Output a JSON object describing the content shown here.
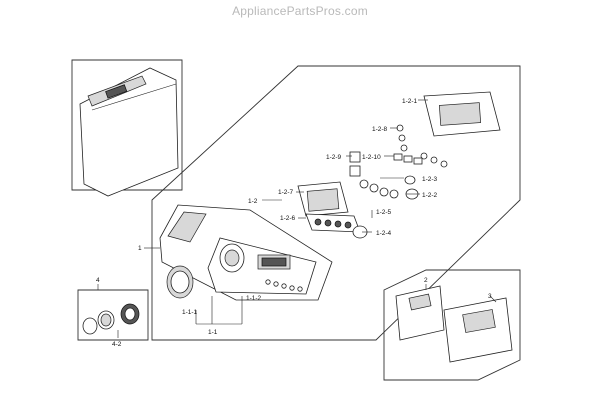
{
  "watermark": "AppliancePartsPros.com",
  "callouts": {
    "c_1": "1",
    "c_1_1": "1-1",
    "c_1_1_1": "1-1-1",
    "c_1_1_2": "1-1-2",
    "c_1_2": "1-2",
    "c_1_2_1": "1-2-1",
    "c_1_2_2": "1-2-2",
    "c_1_2_3": "1-2-3",
    "c_1_2_4": "1-2-4",
    "c_1_2_5": "1-2-5",
    "c_1_2_6": "1-2-6",
    "c_1_2_7": "1-2-7",
    "c_1_2_8": "1-2-8",
    "c_1_2_9": "1-2-9",
    "c_1_2_10": "1-2-10",
    "c_2": "2",
    "c_3": "3",
    "c_4": "4",
    "c_4_2": "4-2"
  }
}
